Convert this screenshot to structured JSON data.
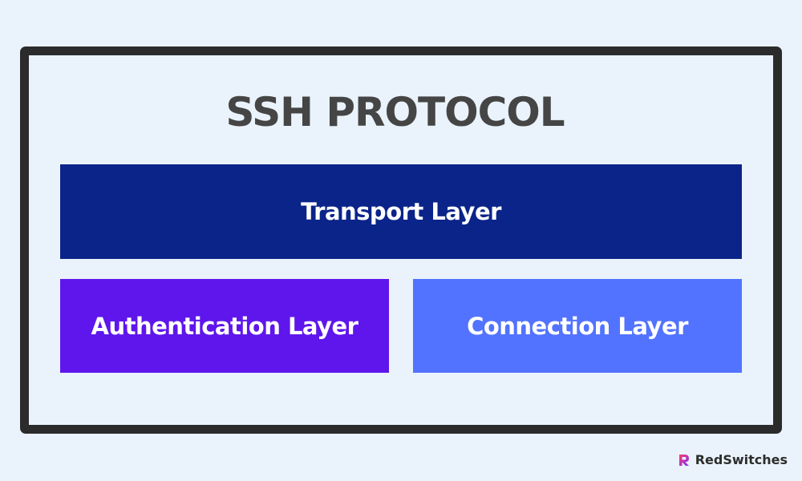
{
  "diagram": {
    "title": "SSH PROTOCOL",
    "layers": {
      "transport": {
        "label": "Transport Layer",
        "color": "#0b2489"
      },
      "authentication": {
        "label": "Authentication Layer",
        "color": "#5e16ec"
      },
      "connection": {
        "label": "Connection Layer",
        "color": "#5273ff"
      }
    }
  },
  "brand": {
    "name": "RedSwitches",
    "logo_icon": "redswitches-logo-icon",
    "logo_colors": [
      "#ff3b6b",
      "#7a2cff"
    ]
  },
  "colors": {
    "background": "#eaf3fb",
    "frame_border": "#2b2b2b",
    "title_text": "#454545"
  }
}
